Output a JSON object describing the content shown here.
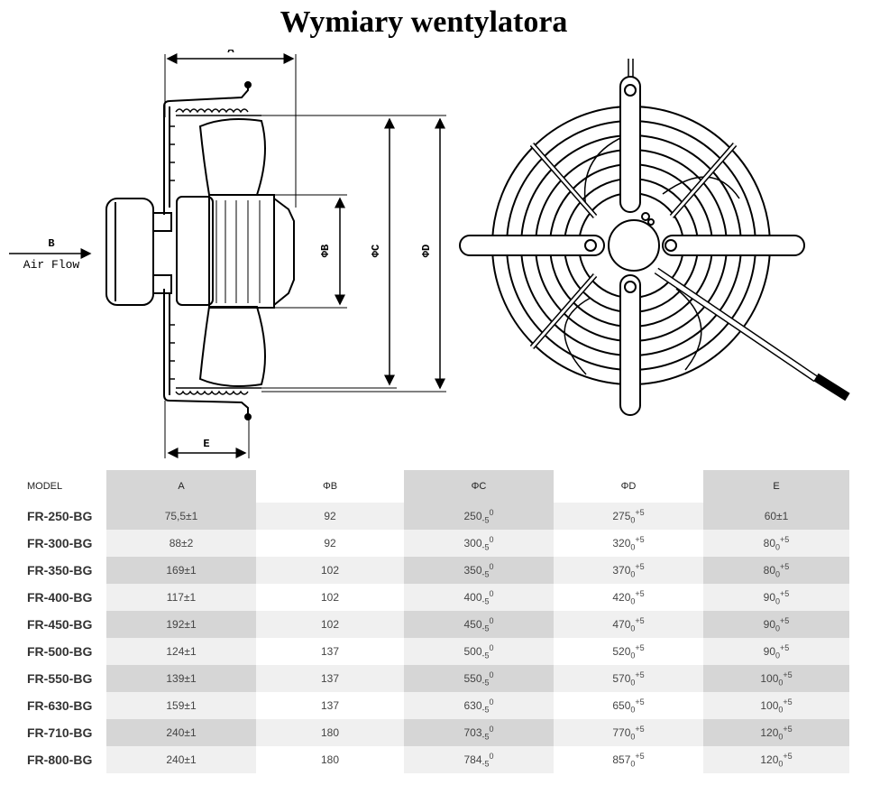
{
  "title": "Wymiary wentylatora",
  "drawing": {
    "labels": {
      "a": "A",
      "b": "B",
      "air_flow": "Air Flow",
      "phi_b": "ΦB",
      "phi_c": "ΦC",
      "phi_d": "ΦD",
      "e": "E"
    }
  },
  "table": {
    "headers": [
      "MODEL",
      "A",
      "ΦB",
      "ΦC",
      "ΦD",
      "E"
    ],
    "rows": [
      {
        "model": "FR-250-BG",
        "a": "75,5±1",
        "b": "92",
        "c": "250",
        "d": "275",
        "e": "60±1",
        "e_tol": false
      },
      {
        "model": "FR-300-BG",
        "a": "88±2",
        "b": "92",
        "c": "300",
        "d": "320",
        "e": "80",
        "e_tol": true
      },
      {
        "model": "FR-350-BG",
        "a": "169±1",
        "b": "102",
        "c": "350",
        "d": "370",
        "e": "80",
        "e_tol": true
      },
      {
        "model": "FR-400-BG",
        "a": "117±1",
        "b": "102",
        "c": "400",
        "d": "420",
        "e": "90",
        "e_tol": true
      },
      {
        "model": "FR-450-BG",
        "a": "192±1",
        "b": "102",
        "c": "450",
        "d": "470",
        "e": "90",
        "e_tol": true
      },
      {
        "model": "FR-500-BG",
        "a": "124±1",
        "b": "137",
        "c": "500",
        "d": "520",
        "e": "90",
        "e_tol": true
      },
      {
        "model": "FR-550-BG",
        "a": "139±1",
        "b": "137",
        "c": "550",
        "d": "570",
        "e": "100",
        "e_tol": true
      },
      {
        "model": "FR-630-BG",
        "a": "159±1",
        "b": "137",
        "c": "630",
        "d": "650",
        "e": "100",
        "e_tol": true
      },
      {
        "model": "FR-710-BG",
        "a": "240±1",
        "b": "180",
        "c": "703",
        "d": "770",
        "e": "120",
        "e_tol": true
      },
      {
        "model": "FR-800-BG",
        "a": "240±1",
        "b": "180",
        "c": "784",
        "d": "857",
        "e": "120",
        "e_tol": true
      }
    ],
    "tolerances": {
      "c_sub": "-5",
      "c_sup": "0",
      "d_sub": "0",
      "d_sup": "+5",
      "e_sub": "0",
      "e_sup": "+5"
    }
  }
}
